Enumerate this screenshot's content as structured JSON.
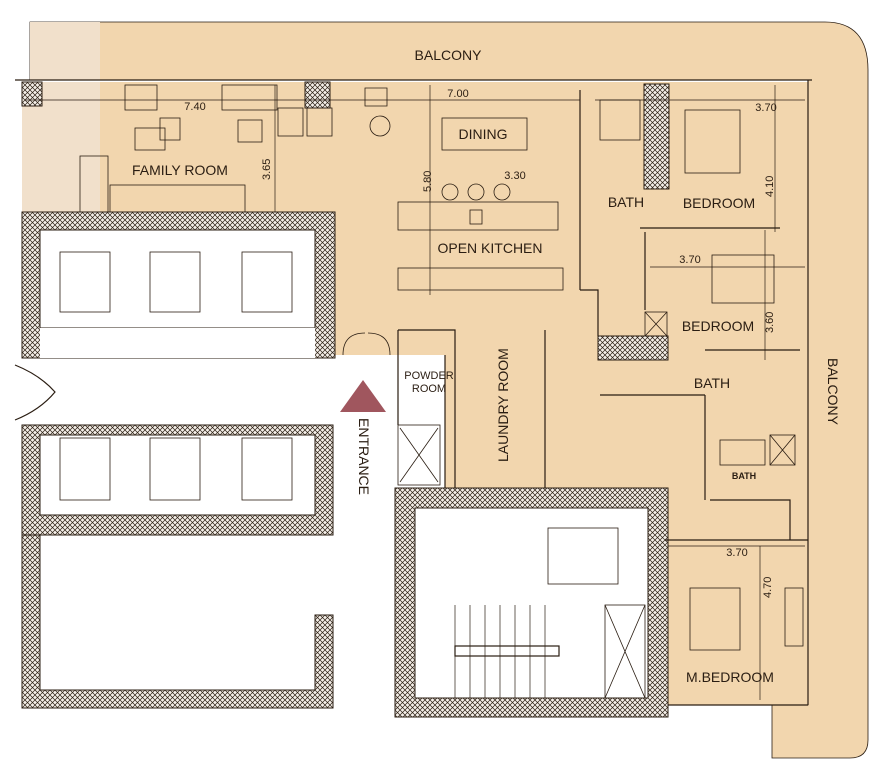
{
  "plan": {
    "colors": {
      "floor": "#f2d6ae",
      "balcony": "#f2d6ae",
      "wall": "#2a1d12",
      "entrance_marker": "#a0565e"
    },
    "rooms": {
      "balcony_top": "BALCONY",
      "balcony_right": "BALCONY",
      "family_room": "FAMILY ROOM",
      "dining": "DINING",
      "open_kitchen": "OPEN KITCHEN",
      "bath_1": "BATH",
      "bedroom_1": "BEDROOM",
      "bedroom_2": "BEDROOM",
      "bath_2": "BATH",
      "bath_3": "BATH",
      "powder_room_line1": "POWDER",
      "powder_room_line2": "ROOM",
      "laundry_room": "LAUNDRY ROOM",
      "entrance": "ENTRANCE",
      "master_bedroom": "M.BEDROOM"
    },
    "dimensions": {
      "family_width": "7.40",
      "family_depth": "3.65",
      "dining_width": "7.00",
      "kitchen_depth": "5.80",
      "kitchen_width": "3.30",
      "bedroom1_width": "3.70",
      "bedroom1_depth": "4.10",
      "bedroom2_width": "3.70",
      "bedroom2_depth": "3.60",
      "master_width": "3.70",
      "master_depth": "4.70"
    }
  }
}
